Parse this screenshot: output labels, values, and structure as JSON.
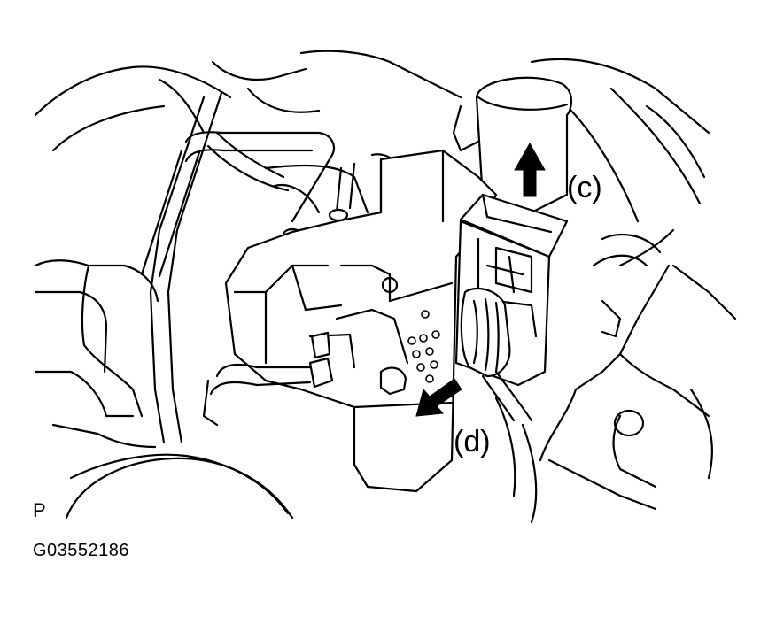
{
  "labels": {
    "c": "(c)",
    "d": "(d)"
  },
  "corner_mark": "P",
  "figure_code": "G03552186",
  "arrows": {
    "c": {
      "direction": "up",
      "color": "#000000"
    },
    "d": {
      "direction": "down-left",
      "color": "#000000"
    }
  },
  "colors": {
    "line": "#000000",
    "background": "#ffffff"
  }
}
